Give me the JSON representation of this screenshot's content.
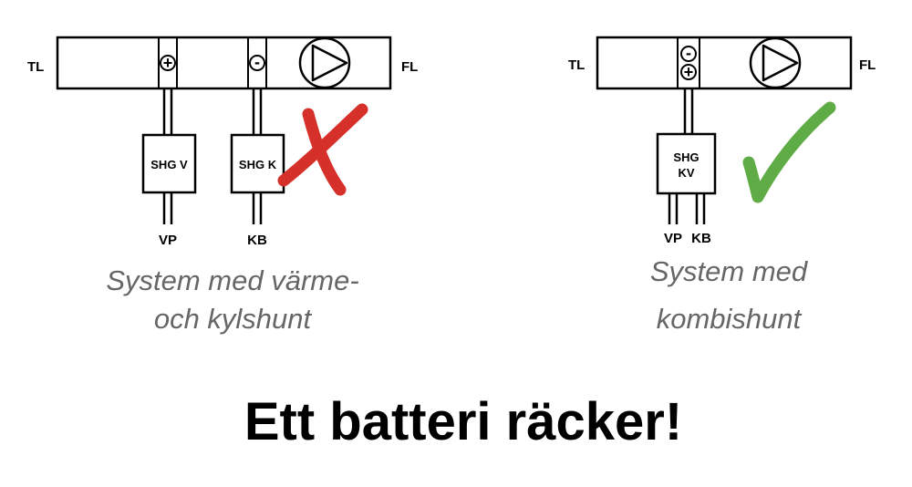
{
  "left_system": {
    "supply_label": "TL",
    "return_label": "FL",
    "plus_symbol": "+",
    "minus_symbol": "-",
    "box_heat_label": "SHG V",
    "box_cool_label": "SHG K",
    "port_heat_label": "VP",
    "port_cool_label": "KB",
    "caption_line1": "System med värme-",
    "caption_line2": "och kylshunt",
    "verdict_color": "#d6302a",
    "verdict_icon": "cross-icon"
  },
  "right_system": {
    "supply_label": "TL",
    "return_label": "FL",
    "minus_symbol": "-",
    "plus_symbol": "+",
    "box_label_line1": "SHG",
    "box_label_line2": "KV",
    "port_heat_label": "VP",
    "port_cool_label": "KB",
    "caption_line1": "System med",
    "caption_line2": "kombishunt",
    "verdict_color": "#5fab45",
    "verdict_icon": "check-icon"
  },
  "headline": "Ett batteri räcker!"
}
